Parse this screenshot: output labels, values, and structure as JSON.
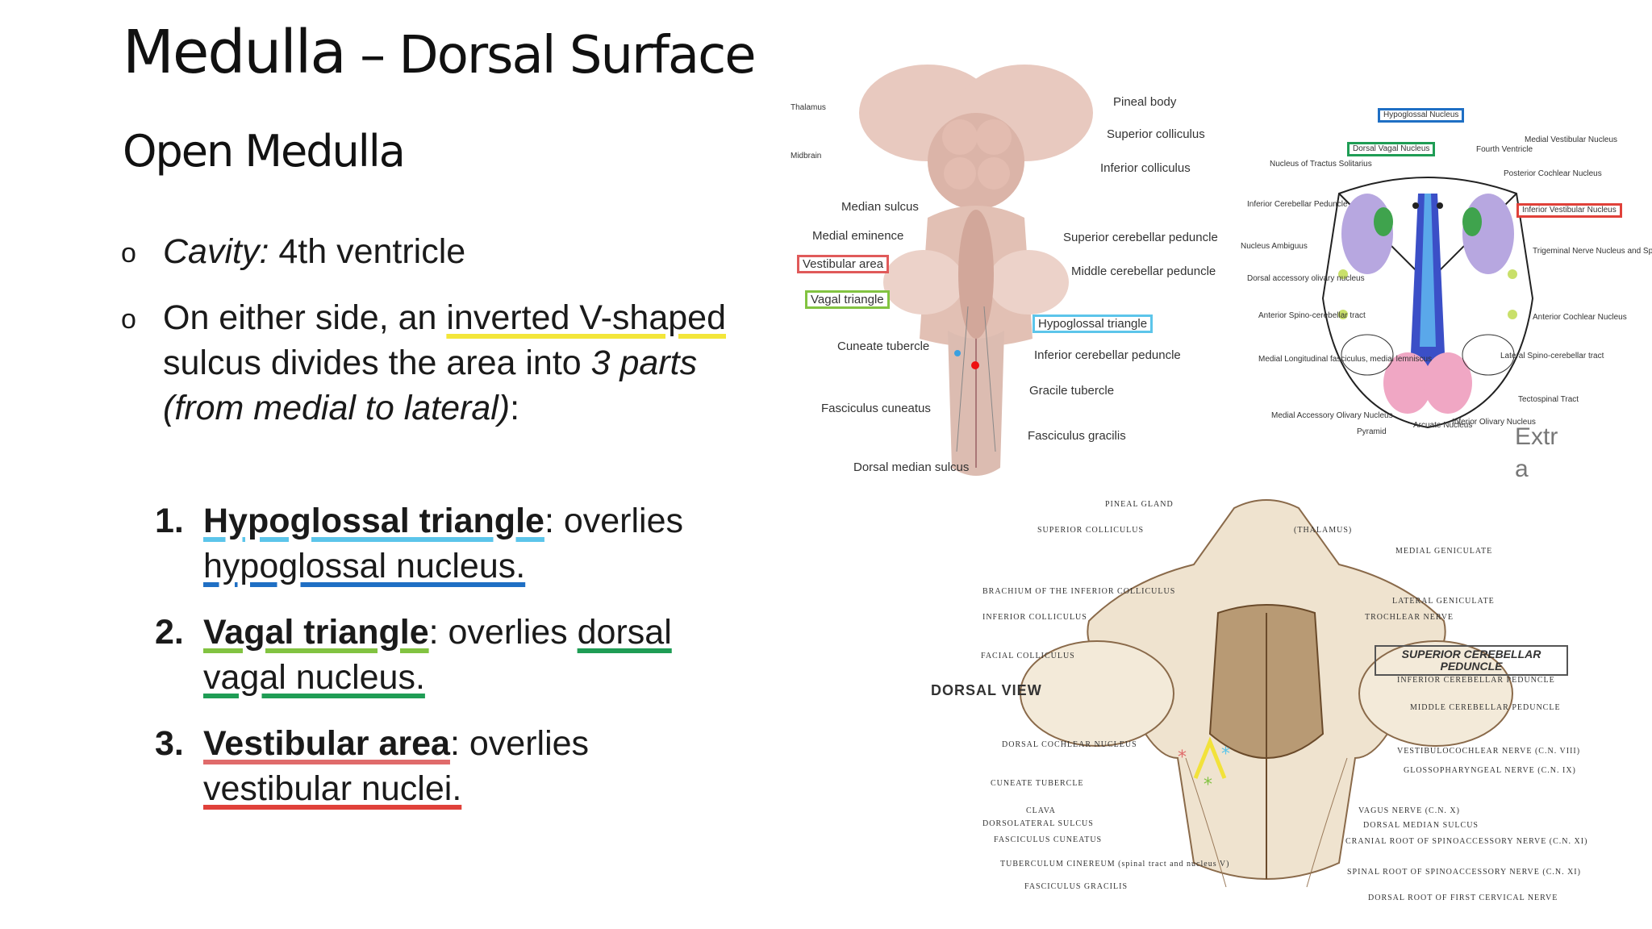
{
  "title": {
    "main": "Medulla",
    "sub": " – Dorsal Surface"
  },
  "subtitle": "Open Medulla",
  "bullets": [
    {
      "mark": "o",
      "label": "Cavity:",
      "value": " 4th ventricle"
    },
    {
      "mark": "o",
      "t1": "On either side, an ",
      "t2": "inverted V-shaped ",
      "t3": " sulcus divides the area into ",
      "t4": "3 parts",
      "t5": "  ",
      "t6": "(from medial to lateral)",
      "t7": ":"
    }
  ],
  "parts": [
    {
      "num": "1.",
      "name": "Hypoglossal triangle",
      "mid": ": overlies  ",
      "target": "hypoglossal nucleus."
    },
    {
      "num": "2.",
      "name": "Vagal triangle",
      "mid": ": overlies ",
      "target": "dorsal vagal  nucleus."
    },
    {
      "num": "3.",
      "name": "Vestibular area",
      "mid": ": overlies ",
      "target": "vestibular  nuclei."
    }
  ],
  "extra": {
    "line1": "Extr",
    "line2": "a"
  },
  "colors": {
    "inverted_v": "#f3e63a",
    "hypoglossal": "#5cc5ea",
    "hypoglossal_nucleus": "#1f6fc4",
    "vagal": "#82c341",
    "dorsal_vagal": "#1f9d55",
    "vestibular": "#e06b6b",
    "vestibular_nuclei": "#e0413a"
  },
  "fig1": {
    "thalamus": "Thalamus",
    "midbrain": "Midbrain",
    "pineal": "Pineal body",
    "sup_coll": "Superior colliculus",
    "inf_coll": "Inferior colliculus",
    "median_sulcus": "Median sulcus",
    "medial_eminence": "Medial eminence",
    "vestibular_area": "Vestibular area",
    "vagal_triangle": "Vagal triangle",
    "cuneate_tubercle": "Cuneate tubercle",
    "fasc_cuneatus": "Fasciculus cuneatus",
    "dorsal_median": "Dorsal median sulcus",
    "sup_cer_ped": "Superior cerebellar peduncle",
    "mid_cer_ped": "Middle cerebellar peduncle",
    "hypoglossal_triangle": "Hypoglossal triangle",
    "inf_cer_ped": "Inferior cerebellar peduncle",
    "gracile_tubercle": "Gracile tubercle",
    "fasc_gracilis": "Fasciculus gracilis"
  },
  "fig2": {
    "hypoglossal_nucleus": "Hypoglossal Nucleus",
    "dorsal_vagal": "Dorsal Vagal Nucleus",
    "fourth_ventricle": "Fourth Ventricle",
    "medial_vestibular": "Medial Vestibular Nucleus",
    "nts": "Nucleus of Tractus Solitarius",
    "post_cochlear": "Posterior Cochlear Nucleus",
    "inf_vestibular": "Inferior Vestibular Nucleus",
    "inf_cer_ped": "Inferior Cerebellar Peduncle",
    "n_ambiguus": "Nucleus Ambiguus",
    "trigeminal": "Trigeminal Nerve Nucleus and Spinal Tract",
    "dao": "Dorsal accessory olivary nucleus",
    "ant_spino": "Anterior Spino-cerebellar tract",
    "ant_cochlear": "Anterior Cochlear Nucleus",
    "mlf": "Medial Longitudinal fasciculus, medial lemniscus",
    "lat_spino": "Lateral Spino-cerebellar tract",
    "mao": "Medial Accessory Olivary Nucleus",
    "pyramid": "Pyramid",
    "arcuate": "Arcuate Nucleus",
    "inf_olivary": "Inferior Olivary Nucleus",
    "tectospinal": "Tectospinal Tract"
  },
  "fig3": {
    "dorsal_view": "DORSAL VIEW",
    "pineal_gland": "PINEAL GLAND",
    "sup_coll": "SUPERIOR COLLICULUS",
    "thalamus": "(THALAMUS)",
    "med_genic": "MEDIAL GENICULATE",
    "brachium": "BRACHIUM OF THE INFERIOR COLLICULUS",
    "lat_genic": "LATERAL GENICULATE",
    "inf_coll": "INFERIOR COLLICULUS",
    "trochlear": "TROCHLEAR NERVE",
    "facial_coll": "FACIAL COLLICULUS",
    "sup_cer_ped": "SUPERIOR CEREBELLAR PEDUNCLE",
    "inf_cer_ped": "INFERIOR CEREBELLAR PEDUNCLE",
    "mid_cer_ped": "MIDDLE CEREBELLAR PEDUNCLE",
    "dorsal_cochlear": "DORSAL COCHLEAR NUCLEUS",
    "vestibulocochlear": "VESTIBULOCOCHLEAR NERVE (C.N. VIII)",
    "glossopharyngeal": "GLOSSOPHARYNGEAL NERVE (C.N. IX)",
    "cuneate_tubercle": "CUNEATE TUBERCLE",
    "clava": "CLAVA",
    "vagus": "VAGUS NERVE (C.N. X)",
    "dorsolateral": "DORSOLATERAL SULCUS",
    "dorsal_median": "DORSAL MEDIAN SULCUS",
    "fasc_cuneatus": "FASCICULUS CUNEATUS",
    "cranial_root": "CRANIAL ROOT OF SPINOACCESSORY NERVE (C.N. XI)",
    "tuberculum": "TUBERCULUM CINEREUM (spinal tract and nucleus V)",
    "spinal_root": "SPINAL ROOT OF SPINOACCESSORY NERVE (C.N. XI)",
    "fasc_gracilis": "FASCICULUS GRACILIS",
    "dorsal_root": "DORSAL ROOT OF FIRST CERVICAL NERVE"
  }
}
